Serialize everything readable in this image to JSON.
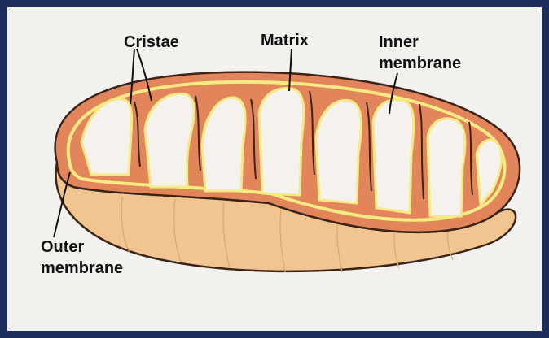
{
  "labels": {
    "cristae": "Cristae",
    "matrix": "Matrix",
    "inner_line1": "Inner",
    "inner_line2": "membrane",
    "outer_line1": "Outer",
    "outer_line2": "membrane"
  },
  "colors": {
    "frame_border": "#1f2d5c",
    "background": "#f2f1ed",
    "outer_membrane_body": "#f1c58f",
    "intermembrane_fill": "#e3855b",
    "inner_membrane_edge": "#f6ea84",
    "matrix_interior": "#f5f2ee",
    "outline": "#3a2418"
  }
}
